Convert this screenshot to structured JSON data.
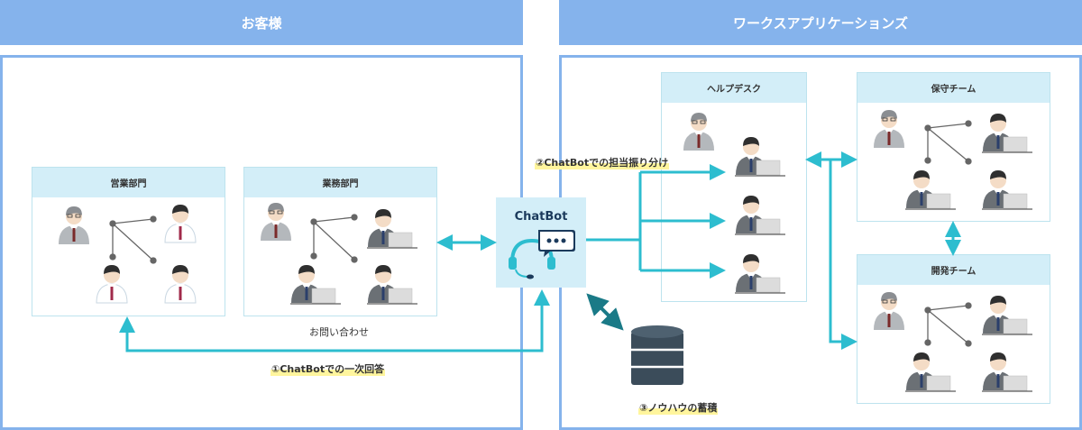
{
  "headers": {
    "customer": "お客様",
    "works": "ワークスアプリケーションズ"
  },
  "departments": {
    "sales": "営業部門",
    "operations": "業務部門"
  },
  "teams": {
    "helpdesk": "ヘルプデスク",
    "maintenance": "保守チーム",
    "development": "開発チーム"
  },
  "chatbot": {
    "label": "ChatBot"
  },
  "labels": {
    "inquiry": "お問い合わせ",
    "step1": "①ChatBotでの一次回答",
    "step2": "②ChatBotでの担当振り分け",
    "step3": "③ノウハウの蓄積"
  },
  "colors": {
    "header": "#85b3ec",
    "arrow": "#2dbdcf",
    "box_title": "#d3eef8",
    "highlight": "#fff59d"
  }
}
